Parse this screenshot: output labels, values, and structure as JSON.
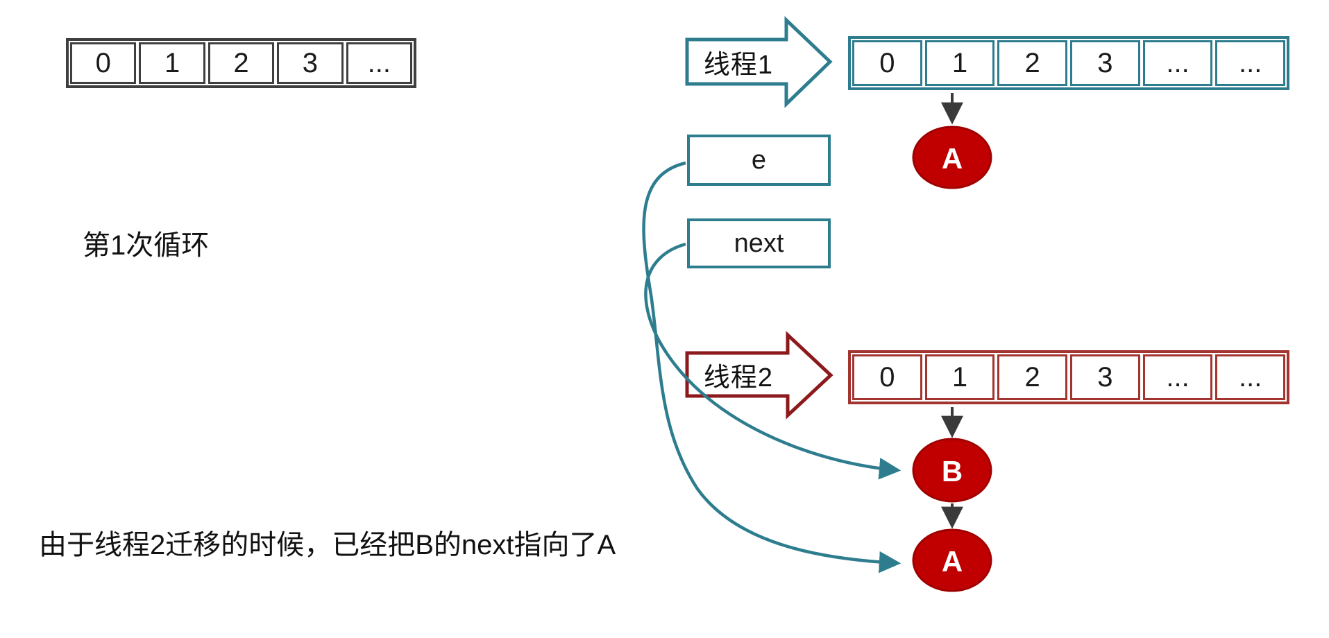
{
  "colors": {
    "teal": "#2e7d8f",
    "brick_red": "#a33531",
    "dark_red": "#8c1a1c",
    "node_red_fill": "#c00000",
    "node_red_stroke": "#a00000",
    "dark_gray": "#3f3f3f",
    "arrow_dark": "#3a3a3a"
  },
  "left_panel": {
    "array": {
      "cells": [
        "0",
        "1",
        "2",
        "3",
        "..."
      ]
    },
    "loop_label": "第1次循环",
    "note": "由于线程2迁移的时候，已经把B的next指向了A"
  },
  "thread1": {
    "label": "线程1",
    "array": {
      "cells": [
        "0",
        "1",
        "2",
        "3",
        "...",
        "..."
      ]
    },
    "node_a": "A"
  },
  "pointers": {
    "e": "e",
    "next": "next"
  },
  "thread2": {
    "label": "线程2",
    "array": {
      "cells": [
        "0",
        "1",
        "2",
        "3",
        "...",
        "..."
      ]
    },
    "node_b": "B",
    "node_a": "A"
  }
}
